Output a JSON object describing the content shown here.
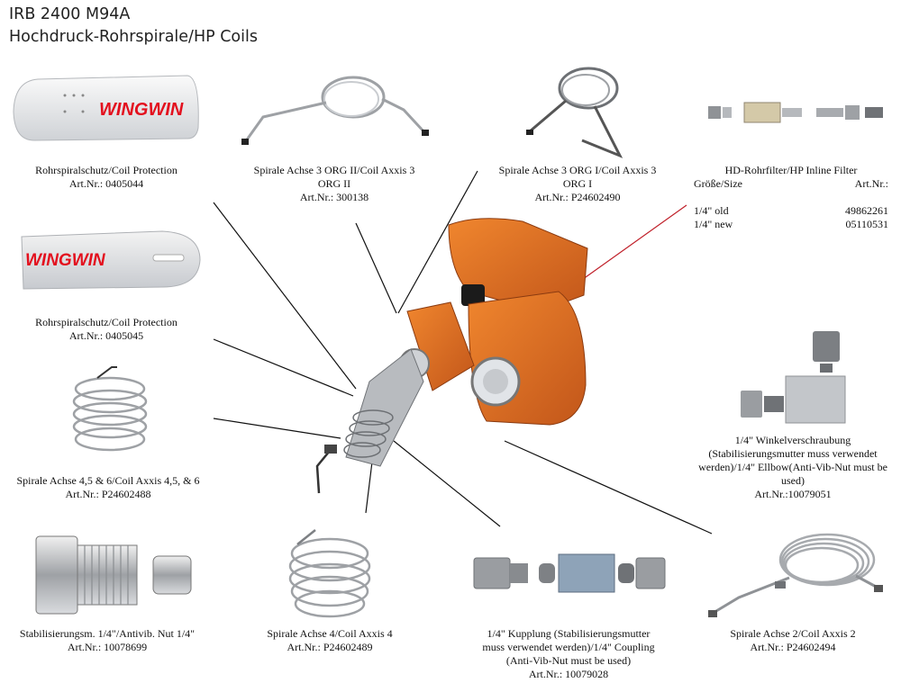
{
  "header": {
    "model": "IRB 2400 M94A",
    "subtitle": "Hochdruck-Rohrspirale/HP Coils"
  },
  "brand": {
    "logo_text_1": "WIN",
    "logo_text_2": "WIN",
    "logo_color": "#e3101e"
  },
  "parts": {
    "coil_protection_1": {
      "name": "Rohrspiralschutz/Coil Protection",
      "art": "Art.Nr.: 0405044"
    },
    "coil_protection_2": {
      "name": "Rohrspiralschutz/Coil Protection",
      "art": "Art.Nr.: 0405045"
    },
    "spiral_axis_3_org2": {
      "line1": "Spirale Achse 3 ORG II/Coil Axxis 3",
      "line2": "ORG II",
      "art": "Art.Nr.: 300138"
    },
    "spiral_axis_3_org1": {
      "line1": "Spirale Achse 3 ORG I/Coil Axxis 3",
      "line2": "ORG I",
      "art": "Art.Nr.: P24602490"
    },
    "inline_filter": {
      "name": "HD-Rohrfilter/HP Inline Filter",
      "size_header": "Größe/Size",
      "art_header": "Art.Nr.:",
      "rows": [
        {
          "size": "1/4\" old",
          "art": "49862261"
        },
        {
          "size": "1/4\" new",
          "art": "05110531"
        }
      ]
    },
    "spiral_axis_456": {
      "name": "Spirale Achse 4,5 & 6/Coil Axxis 4,5, & 6",
      "art": "Art.Nr.: P24602488"
    },
    "elbow": {
      "text": "1/4\" Winkelverschraubung (Stabilisierungsmutter muss verwendet werden)/1/4\" Ellbow(Anti-Vib-Nut must be used)",
      "art": "Art.Nr.:10079051"
    },
    "stabilizer_nut": {
      "name": "Stabilisierungsm. 1/4\"/Antivib. Nut 1/4\"",
      "art": "Art.Nr.: 10078699"
    },
    "spiral_axis_4": {
      "name": "Spirale Achse 4/Coil Axxis 4",
      "art": "Art.Nr.: P24602489"
    },
    "coupling": {
      "line1": "1/4\" Kupplung (Stabilisierungsmutter",
      "line2": "muss verwendet werden)/1/4\" Coupling",
      "line3": "(Anti-Vib-Nut must be used)",
      "art": "Art.Nr.: 10079028"
    },
    "spiral_axis_2": {
      "name": "Spirale Achse 2/Coil Axxis 2",
      "art": "Art.Nr.: P24602494"
    }
  },
  "colors": {
    "robot_orange": "#e06a1c",
    "leader_line": "#111111",
    "leader_line_red": "#c0202a",
    "metal": "#b9bcc0"
  }
}
